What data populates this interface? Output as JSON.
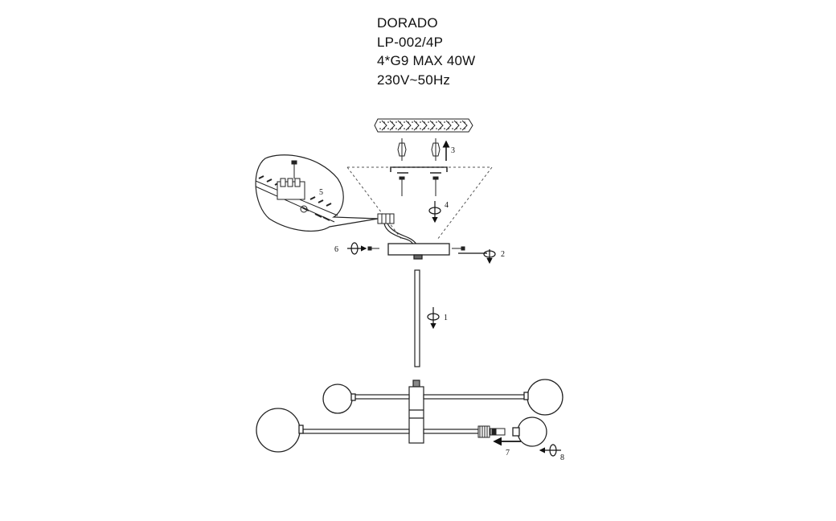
{
  "specs": {
    "model": "DORADO",
    "code": "LP-002/4P",
    "bulbs": "4*G9 MAX 40W",
    "voltage": "230V~50Hz"
  },
  "step_labels": {
    "s1": "1",
    "s2": "2",
    "s3": "3",
    "s4": "4",
    "s5": "5",
    "s6": "6",
    "s7": "7",
    "s8": "8"
  },
  "colors": {
    "ink": "#111111",
    "frame_dash": "#555555"
  }
}
